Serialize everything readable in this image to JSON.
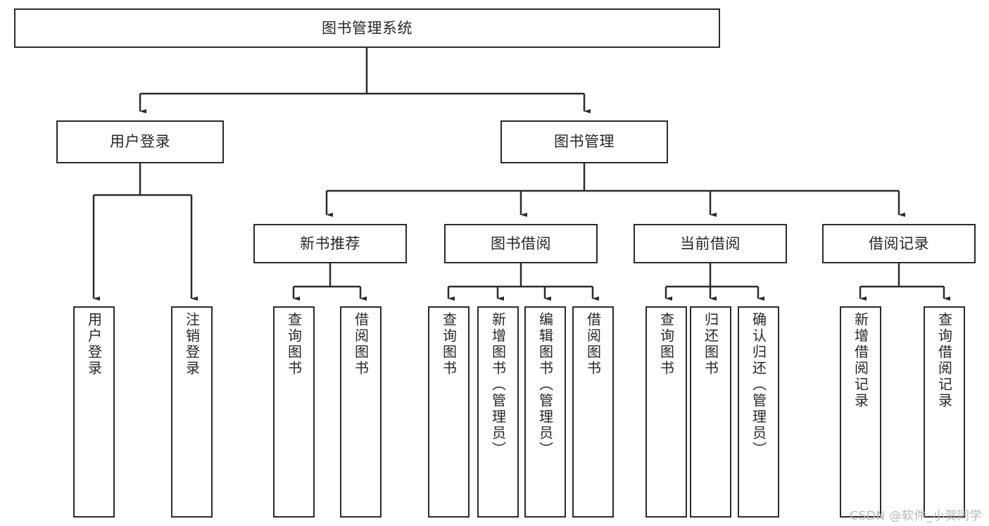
{
  "diagram": {
    "title": "图书管理系统",
    "type": "tree-hierarchy-chart",
    "watermark": "CSDN @软件_小贺同学",
    "colors": {
      "stroke": "#2b2b2b",
      "fill": "#ffffff",
      "text": "#262626",
      "watermark": "#b8b8b8"
    },
    "nodes": {
      "root": {
        "label": "图书管理系统",
        "orientation": "horizontal"
      },
      "level2": [
        {
          "id": "user-login",
          "label": "用户登录",
          "orientation": "horizontal"
        },
        {
          "id": "book-management",
          "label": "图书管理",
          "orientation": "horizontal"
        }
      ],
      "level3": [
        {
          "id": "new-book-recommend",
          "label": "新书推荐",
          "orientation": "horizontal"
        },
        {
          "id": "book-borrow",
          "label": "图书借阅",
          "orientation": "horizontal"
        },
        {
          "id": "current-borrow",
          "label": "当前借阅",
          "orientation": "horizontal"
        },
        {
          "id": "borrow-record",
          "label": "借阅记录",
          "orientation": "horizontal"
        }
      ],
      "leaves": [
        {
          "id": "leaf-user-login",
          "label": "用户登录",
          "orientation": "vertical",
          "parent": "user-login"
        },
        {
          "id": "leaf-logout-login",
          "label": "注销登录",
          "orientation": "vertical",
          "parent": "user-login"
        },
        {
          "id": "leaf-query-book-1",
          "label": "查询图书",
          "orientation": "vertical",
          "parent": "new-book-recommend"
        },
        {
          "id": "leaf-borrow-book-1",
          "label": "借阅图书",
          "orientation": "vertical",
          "parent": "new-book-recommend"
        },
        {
          "id": "leaf-query-book-2",
          "label": "查询图书",
          "orientation": "vertical",
          "parent": "book-borrow"
        },
        {
          "id": "leaf-add-book",
          "label": "新增图书（管理员）",
          "orientation": "vertical",
          "parent": "book-borrow"
        },
        {
          "id": "leaf-edit-book",
          "label": "编辑图书（管理员）",
          "orientation": "vertical",
          "parent": "book-borrow"
        },
        {
          "id": "leaf-borrow-book-2",
          "label": "借阅图书",
          "orientation": "vertical",
          "parent": "book-borrow"
        },
        {
          "id": "leaf-query-book-3",
          "label": "查询图书",
          "orientation": "vertical",
          "parent": "current-borrow"
        },
        {
          "id": "leaf-return-book",
          "label": "归还图书",
          "orientation": "vertical",
          "parent": "current-borrow"
        },
        {
          "id": "leaf-confirm-return",
          "label": "确认归还（管理员）",
          "orientation": "vertical",
          "parent": "current-borrow"
        },
        {
          "id": "leaf-add-record",
          "label": "新增借阅记录",
          "orientation": "vertical",
          "parent": "borrow-record"
        },
        {
          "id": "leaf-query-record",
          "label": "查询借阅记录",
          "orientation": "vertical",
          "parent": "borrow-record"
        }
      ]
    }
  }
}
